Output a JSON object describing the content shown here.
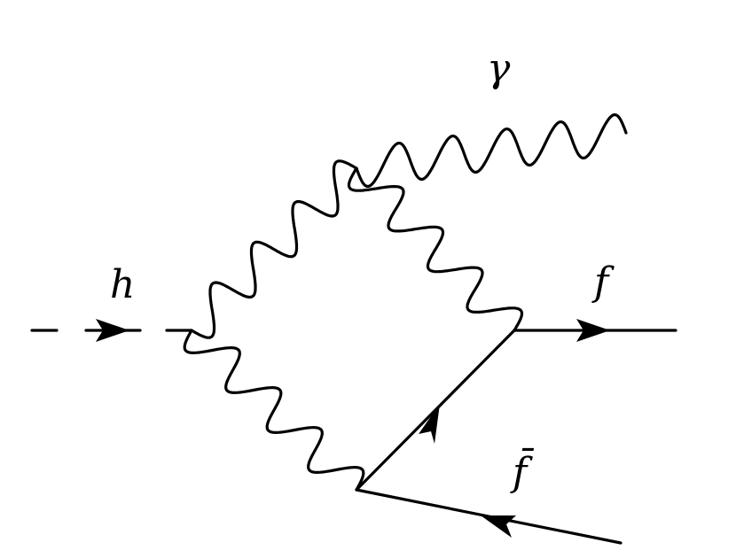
{
  "diagram": {
    "labels": {
      "higgs": "h",
      "photon": "γ",
      "fermion": "f",
      "antifermion": "f̄"
    },
    "colors": {
      "ink": "#000000",
      "background": "#ffffff"
    }
  }
}
